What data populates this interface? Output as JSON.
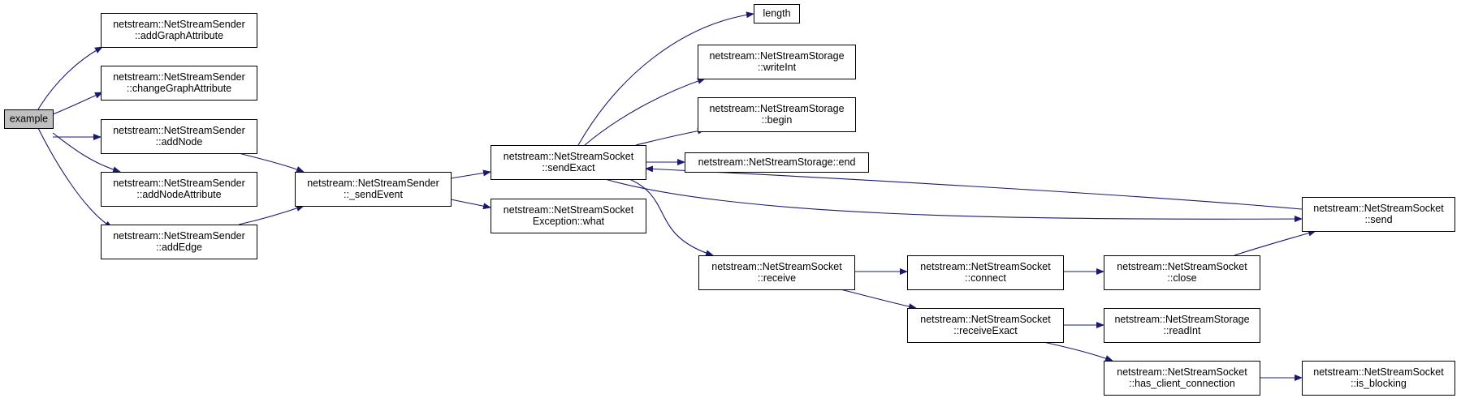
{
  "colors": {
    "edge": "#191970",
    "node_fill": "#ffffff",
    "root_fill": "#bfbfbf",
    "node_border": "#000000"
  },
  "nodes": [
    {
      "id": "example",
      "lines": [
        "example"
      ],
      "root": true
    },
    {
      "id": "addGraphAttribute",
      "lines": [
        "netstream::NetStreamSender",
        "::addGraphAttribute"
      ]
    },
    {
      "id": "changeGraphAttribute",
      "lines": [
        "netstream::NetStreamSender",
        "::changeGraphAttribute"
      ]
    },
    {
      "id": "addNode",
      "lines": [
        "netstream::NetStreamSender",
        "::addNode"
      ]
    },
    {
      "id": "addNodeAttribute",
      "lines": [
        "netstream::NetStreamSender",
        "::addNodeAttribute"
      ]
    },
    {
      "id": "addEdge",
      "lines": [
        "netstream::NetStreamSender",
        "::addEdge"
      ]
    },
    {
      "id": "sendEvent",
      "lines": [
        "netstream::NetStreamSender",
        "::_sendEvent"
      ]
    },
    {
      "id": "sendExact",
      "lines": [
        "netstream::NetStreamSocket",
        "::sendExact"
      ]
    },
    {
      "id": "what",
      "lines": [
        "netstream::NetStreamSocket",
        "Exception::what"
      ]
    },
    {
      "id": "length",
      "lines": [
        "length"
      ]
    },
    {
      "id": "writeInt",
      "lines": [
        "netstream::NetStreamStorage",
        "::writeInt"
      ]
    },
    {
      "id": "begin",
      "lines": [
        "netstream::NetStreamStorage",
        "::begin"
      ]
    },
    {
      "id": "end",
      "lines": [
        "netstream::NetStreamStorage::end"
      ]
    },
    {
      "id": "send",
      "lines": [
        "netstream::NetStreamSocket",
        "::send"
      ]
    },
    {
      "id": "receive",
      "lines": [
        "netstream::NetStreamSocket",
        "::receive"
      ]
    },
    {
      "id": "connect",
      "lines": [
        "netstream::NetStreamSocket",
        "::connect"
      ]
    },
    {
      "id": "close",
      "lines": [
        "netstream::NetStreamSocket",
        "::close"
      ]
    },
    {
      "id": "receiveExact",
      "lines": [
        "netstream::NetStreamSocket",
        "::receiveExact"
      ]
    },
    {
      "id": "readInt",
      "lines": [
        "netstream::NetStreamStorage",
        "::readInt"
      ]
    },
    {
      "id": "has_client_connection",
      "lines": [
        "netstream::NetStreamSocket",
        "::has_client_connection"
      ]
    },
    {
      "id": "is_blocking",
      "lines": [
        "netstream::NetStreamSocket",
        "::is_blocking"
      ]
    }
  ],
  "edges": [
    {
      "from": "example",
      "to": "addGraphAttribute"
    },
    {
      "from": "example",
      "to": "changeGraphAttribute"
    },
    {
      "from": "example",
      "to": "addNode"
    },
    {
      "from": "example",
      "to": "addNodeAttribute"
    },
    {
      "from": "example",
      "to": "addEdge"
    },
    {
      "from": "addNode",
      "to": "sendEvent"
    },
    {
      "from": "addEdge",
      "to": "sendEvent"
    },
    {
      "from": "sendEvent",
      "to": "sendExact"
    },
    {
      "from": "sendEvent",
      "to": "what"
    },
    {
      "from": "sendExact",
      "to": "length"
    },
    {
      "from": "sendExact",
      "to": "writeInt"
    },
    {
      "from": "sendExact",
      "to": "begin"
    },
    {
      "from": "sendExact",
      "to": "end"
    },
    {
      "from": "sendExact",
      "to": "send"
    },
    {
      "from": "sendExact",
      "to": "receive"
    },
    {
      "from": "send",
      "to": "sendExact"
    },
    {
      "from": "receive",
      "to": "connect"
    },
    {
      "from": "receive",
      "to": "receiveExact"
    },
    {
      "from": "connect",
      "to": "close"
    },
    {
      "from": "close",
      "to": "send"
    },
    {
      "from": "receiveExact",
      "to": "readInt"
    },
    {
      "from": "receiveExact",
      "to": "has_client_connection"
    },
    {
      "from": "has_client_connection",
      "to": "is_blocking"
    }
  ]
}
